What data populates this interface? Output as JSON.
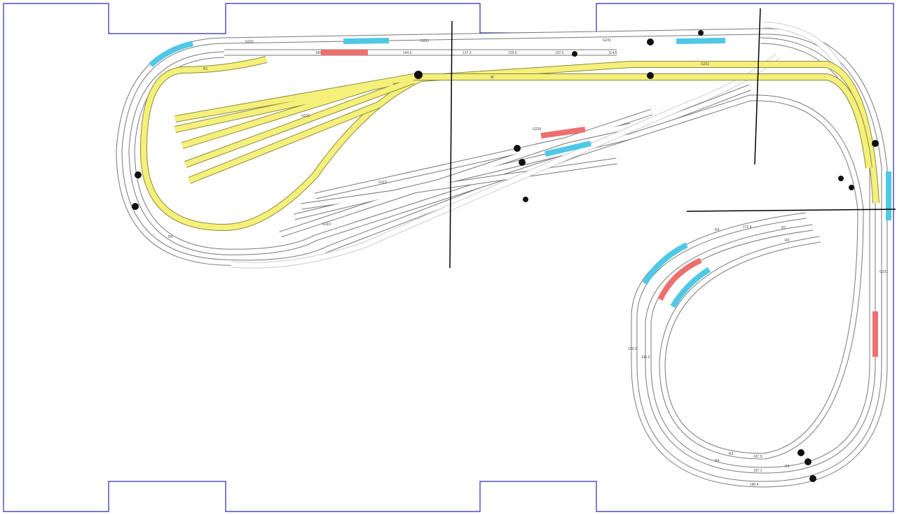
{
  "title": "Model railway track plan",
  "colors": {
    "room_outline": "#2a2ab0",
    "yard_tracks": "#f5f07a",
    "highlight_cyan": "#4fc8e6",
    "highlight_red": "#ee6f6f"
  },
  "labels": [
    "G231",
    "G231",
    "G231",
    "180",
    "144.6",
    "137.3",
    "129.9",
    "122.5",
    "114.8",
    "R4",
    "R3",
    "R2",
    "R1",
    "G231",
    "G231",
    "W",
    "R4",
    "R3",
    "R2",
    "167.9",
    "167.1",
    "141.2",
    "139.3",
    "180.4",
    "172.4",
    "R9",
    "G231",
    "G119",
    "G119",
    "G239"
  ]
}
